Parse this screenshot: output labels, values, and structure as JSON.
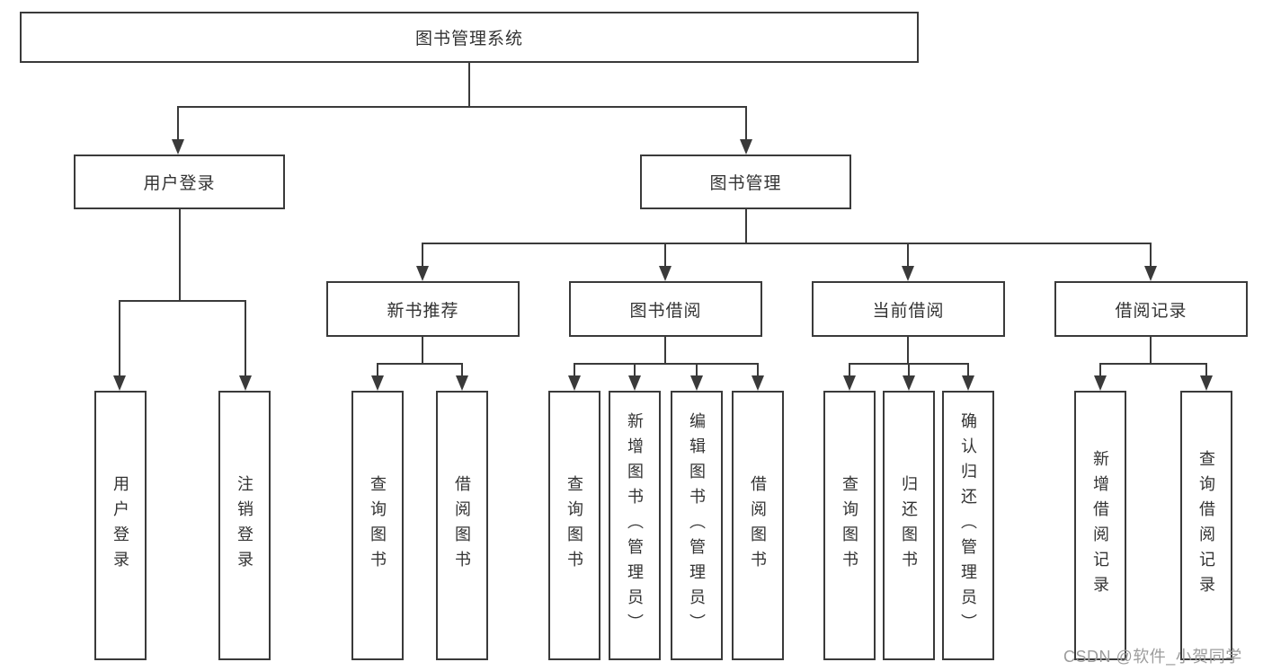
{
  "tree": {
    "label": "图书管理系统",
    "children": [
      {
        "label": "用户登录",
        "children": [
          {
            "label": "用户登录"
          },
          {
            "label": "注销登录"
          }
        ]
      },
      {
        "label": "图书管理",
        "children": [
          {
            "label": "新书推荐",
            "children": [
              {
                "label": "查询图书"
              },
              {
                "label": "借阅图书"
              }
            ]
          },
          {
            "label": "图书借阅",
            "children": [
              {
                "label": "查询图书"
              },
              {
                "label": "新增图书（管理员）"
              },
              {
                "label": "编辑图书（管理员）"
              },
              {
                "label": "借阅图书"
              }
            ]
          },
          {
            "label": "当前借阅",
            "children": [
              {
                "label": "查询图书"
              },
              {
                "label": "归还图书"
              },
              {
                "label": "确认归还（管理员）"
              }
            ]
          },
          {
            "label": "借阅记录",
            "children": [
              {
                "label": "新增借阅记录"
              },
              {
                "label": "查询借阅记录"
              }
            ]
          }
        ]
      }
    ]
  },
  "watermark": {
    "text": "CSDN @软件_小贺同学",
    "color": "#9c9c9c"
  },
  "colors": {
    "line": "#3a3a3a",
    "box_border": "#3a3a3a",
    "box_background": "#ffffff",
    "text": "#333333",
    "page_background": "#ffffff"
  }
}
